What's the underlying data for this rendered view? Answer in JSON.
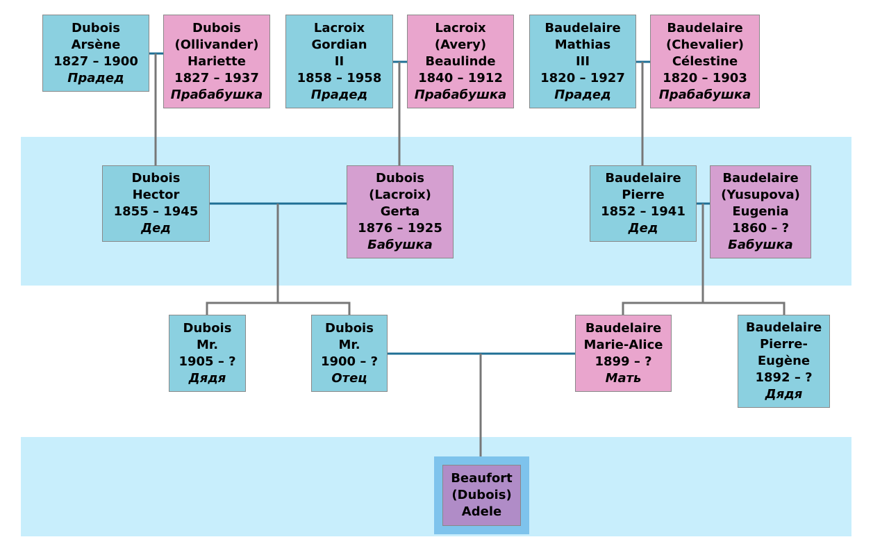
{
  "colors": {
    "band": "#c8eefc",
    "male": "#8bd0e0",
    "female": "#e9a5cd",
    "female_in_law": "#d59fd0",
    "subject": "#b08cc7",
    "subject_frame": "#7ec3ec",
    "marriage_line": "#1f6f95",
    "descent_line": "#777777"
  },
  "people": {
    "dubois_arsene": {
      "lines": [
        "Dubois",
        "Arsène",
        "1827 – 1900"
      ],
      "role": "Прадед"
    },
    "dubois_hariette": {
      "lines": [
        "Dubois",
        "(Ollivander)",
        "Hariette",
        "1827 – 1937"
      ],
      "role": "Прабабушка"
    },
    "lacroix_gordian": {
      "lines": [
        "Lacroix",
        "Gordian",
        "II",
        "1858 – 1958"
      ],
      "role": "Прадед"
    },
    "lacroix_beaulinde": {
      "lines": [
        "Lacroix",
        "(Avery)",
        "Beaulinde",
        "1840 – 1912"
      ],
      "role": "Прабабушка"
    },
    "baudelaire_mathias": {
      "lines": [
        "Baudelaire",
        "Mathias",
        "III",
        "1820 – 1927"
      ],
      "role": "Прадед"
    },
    "baudelaire_celestine": {
      "lines": [
        "Baudelaire",
        "(Chevalier)",
        "Célestine",
        "1820 – 1903"
      ],
      "role": "Прабабушка"
    },
    "dubois_hector": {
      "lines": [
        "Dubois",
        "Hector",
        "1855 – 1945"
      ],
      "role": "Дед"
    },
    "dubois_gerta": {
      "lines": [
        "Dubois",
        "(Lacroix)",
        "Gerta",
        "1876 – 1925"
      ],
      "role": "Бабушка"
    },
    "baudelaire_pierre": {
      "lines": [
        "Baudelaire",
        "Pierre",
        "1852 – 1941"
      ],
      "role": "Дед"
    },
    "baudelaire_eugenia": {
      "lines": [
        "Baudelaire",
        "(Yusupova)",
        "Eugenia",
        "1860 – ?"
      ],
      "role": "Бабушка"
    },
    "dubois_uncle": {
      "lines": [
        "Dubois",
        "Mr.",
        "1905 – ?"
      ],
      "role": "Дядя"
    },
    "dubois_father": {
      "lines": [
        "Dubois",
        "Mr.",
        "1900 – ?"
      ],
      "role": "Отец"
    },
    "baudelaire_marie_alice": {
      "lines": [
        "Baudelaire",
        "Marie-Alice",
        "1899 – ?"
      ],
      "role": "Мать"
    },
    "baudelaire_pierre_eugene": {
      "lines": [
        "Baudelaire",
        "Pierre-",
        "Eugène",
        "1892 – ?"
      ],
      "role": "Дядя"
    },
    "beaufort_adele": {
      "lines": [
        "Beaufort",
        "(Dubois)",
        "Adele"
      ],
      "role": ""
    }
  }
}
